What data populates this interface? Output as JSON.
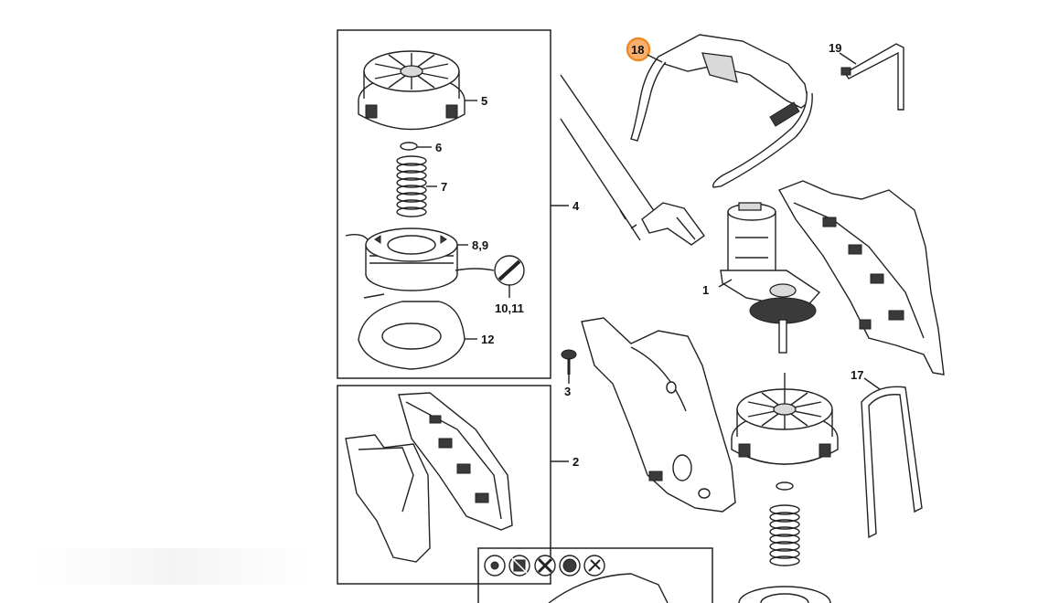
{
  "callouts": {
    "p1": "1",
    "p2": "2",
    "p3": "3",
    "p4": "4",
    "p5": "5",
    "p6": "6",
    "p7": "7",
    "p8_9": "8,9",
    "p10_11": "10,11",
    "p12": "12",
    "p17": "17",
    "p18": "18",
    "p19": "19"
  },
  "highlight_color": "#f08a24",
  "line_color": "#222222",
  "icons": [
    "spool-icon",
    "crossed-grid-icon",
    "scissors-icon",
    "blade-disc-icon",
    "no-trim-icon"
  ]
}
